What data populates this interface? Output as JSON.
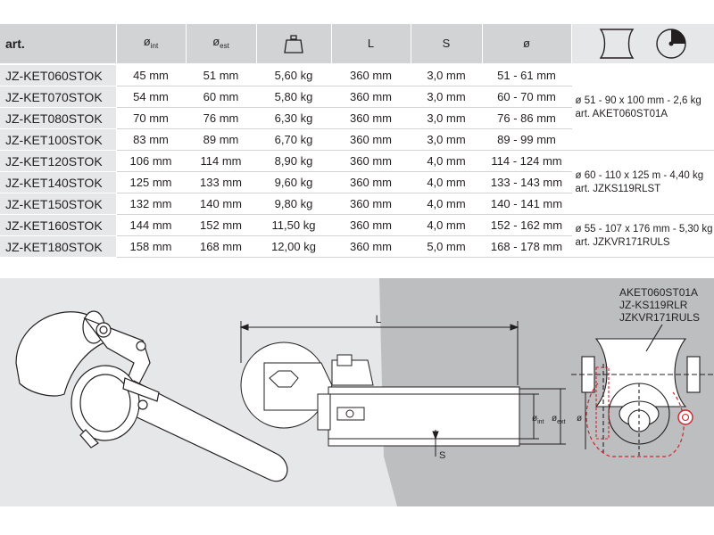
{
  "table": {
    "headers": {
      "art": "art.",
      "d_int": {
        "symbol": "ø",
        "sub": "int"
      },
      "d_est": {
        "symbol": "ø",
        "sub": "est"
      },
      "weight_icon": "weight-icon",
      "L": "L",
      "S": "S",
      "d": "ø",
      "roller_icons": [
        "roller-profile-icon",
        "roller-disc-icon"
      ]
    },
    "rows": [
      {
        "art": "JZ-KET060STOK",
        "d_int": "45 mm",
        "d_est": "51 mm",
        "weight": "5,60 kg",
        "L": "360 mm",
        "S": "3,0 mm",
        "d": "51 - 61 mm"
      },
      {
        "art": "JZ-KET070STOK",
        "d_int": "54 mm",
        "d_est": "60 mm",
        "weight": "5,80 kg",
        "L": "360 mm",
        "S": "3,0 mm",
        "d": "60 - 70 mm"
      },
      {
        "art": "JZ-KET080STOK",
        "d_int": "70 mm",
        "d_est": "76 mm",
        "weight": "6,30 kg",
        "L": "360 mm",
        "S": "3,0 mm",
        "d": "76 - 86 mm"
      },
      {
        "art": "JZ-KET100STOK",
        "d_int": "83 mm",
        "d_est": "89 mm",
        "weight": "6,70 kg",
        "L": "360 mm",
        "S": "3,0 mm",
        "d": "89 - 99 mm"
      },
      {
        "art": "JZ-KET120STOK",
        "d_int": "106 mm",
        "d_est": "114 mm",
        "weight": "8,90 kg",
        "L": "360 mm",
        "S": "4,0 mm",
        "d": "114 - 124 mm"
      },
      {
        "art": "JZ-KET140STOK",
        "d_int": "125 mm",
        "d_est": "133 mm",
        "weight": "9,60 kg",
        "L": "360 mm",
        "S": "4,0 mm",
        "d": "133 - 143 mm"
      },
      {
        "art": "JZ-KET150STOK",
        "d_int": "132 mm",
        "d_est": "140 mm",
        "weight": "9,80 kg",
        "L": "360 mm",
        "S": "4,0 mm",
        "d": "140 - 141 mm"
      },
      {
        "art": "JZ-KET160STOK",
        "d_int": "144 mm",
        "d_est": "152 mm",
        "weight": "11,50 kg",
        "L": "360 mm",
        "S": "4,0 mm",
        "d": "152 - 162 mm"
      },
      {
        "art": "JZ-KET180STOK",
        "d_int": "158 mm",
        "d_est": "168 mm",
        "weight": "12,00 kg",
        "L": "360 mm",
        "S": "5,0 mm",
        "d": "168 - 178 mm"
      }
    ],
    "roller_groups": [
      {
        "line1": "ø 51 - 90 x 100 mm - 2,6 kg",
        "line2": "art. AKET060ST01A"
      },
      {
        "line1": "ø 60 - 110 x 125 m - 4,40 kg",
        "line2": "art. JZKS119RLST"
      },
      {
        "line1": "ø 55 - 107 x 176 mm - 5,30 kg",
        "line2": "art. JZKVR171RULS"
      }
    ]
  },
  "diagram": {
    "labels": {
      "L": "L",
      "S": "S",
      "d_int": {
        "symbol": "ø",
        "sub": "int"
      },
      "d_ext": {
        "symbol": "ø",
        "sub": "ext"
      },
      "d": "ø",
      "roller_codes": [
        "AKET060ST01A",
        "JZ-KS119RLR",
        "JZKVR171RULS"
      ]
    },
    "colors": {
      "panel": "#e6e7e8",
      "wall": "#bcbec0",
      "line": "#231f20",
      "accent_red": "#d2232a"
    }
  }
}
